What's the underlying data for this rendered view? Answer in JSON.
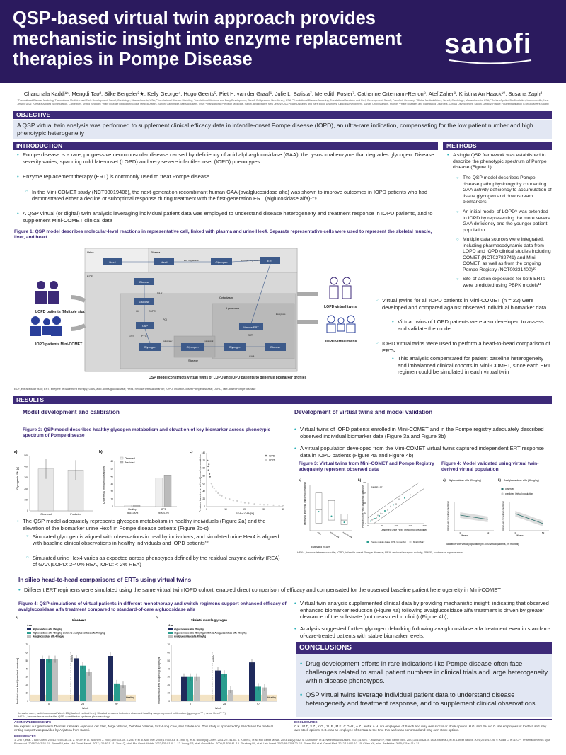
{
  "title": "QSP-based virtual twin approach provides mechanistic insight into enzyme replacement therapies in Pompe Disease",
  "logo": "sanofi",
  "authors": "Chanchala Kaddi¹*, Mengdi Tao², Silke Bergeler³★, Kelly George⁴, Hugo Geerts⁵, Piet H. van der Graaf⁶, Julie L. Batista⁷, Meredith Foster⁷, Catherine Ortemann-Renon⁸, Atef Zaher⁹, Kristina An Haack¹⁰, Susana Zaph²",
  "affiliations": "¹Translational Disease Modeling, Translational Medicine and Early Development, Sanofi, Cambridge, Massachusetts, USA; ²Translational Disease Modeling, Translational Medicine and Early Development, Sanofi, Bridgewater, New Jersey, USA; ³Translational Disease Modeling, Translational Medicine and Early Development, Sanofi, Frankfurt, Germany; ⁴Global Medical Affairs, Sanofi, Cambridge, Massachusetts, USA; ⁵Certara Applied BioSimulation, Lawrenceville, New Jersey, USA; ⁶Certara Applied BioSimulation, Canterbury, United Kingdom; ⁷Rare Disease Regulatory Global Medical Affairs, Sanofi, Cambridge, Massachusetts, USA; ⁸Translational Precision Medicine, Sanofi, Bridgewater, New Jersey, USA; ⁹Rare Diseases and Rare Blood Disorders, Clinical Development, Sanofi, Chilly-Mazarin, France; ¹⁰Rare Diseases and Rare Blood Disorders, Clinical Development, Sanofi, Gentilly, France; *Current affiliation is Bristol-Myers Squibb",
  "sections": {
    "objective": "OBJECTIVE",
    "introduction": "INTRODUCTION",
    "methods": "METHODS",
    "results": "RESULTS",
    "conclusions": "CONCLUSIONS"
  },
  "objective_text": "A QSP virtual twin analysis was performed to supplement clinical efficacy data in infantile-onset Pompe disease (IOPD), an ultra-rare indication, compensating for the low patient number and high phenotypic heterogeneity",
  "intro": {
    "b1": "Pompe disease is a rare, progressive neuromuscular disease caused by deficiency of acid alpha-glucosidase (GAA), the lysosomal enzyme that degrades glycogen. Disease severity varies, spanning mild late-onset (LOPD) and very severe infantile-onset (IOPD) phenotypes",
    "b2": "Enzyme replacement therapy (ERT) is commonly used to treat Pompe disease.",
    "b2a": "In the Mini-COMET study (NCT03019406), the next-generation recombinant human GAA  (avalglucosidase alfa) was shown to improve outcomes in IOPD patients who had demonstrated either a decline or suboptimal response during treatment with the first-generation ERT (alglucosidase alfa)¹⁻⁸",
    "b3": "A QSP virtual (or digital) twin analysis leveraging individual patient data was employed to understand disease heterogeneity and treatment response in IOPD patients, and to supplement Mini-COMET clinical data"
  },
  "fig1": {
    "caption": "Figure 1: QSP model describes molecular-level reactions in representative cell, linked with plasma and urine Hex4. Separate representative cells were used to represent the skeletal muscle, liver, and heart",
    "lopd_label": "LOPD patients (Multiple studies)",
    "iopd_label": "IOPD patients Mini-COMET",
    "lopd_twins": "LOPD virtual twins",
    "iopd_twins": "IOPD virtual twins",
    "model_caption": "QSP model constructs virtual twins of LOPD and IOPD patients to generate biomarker profiles",
    "footnote": "ECF, extracellular fluid; ERT, enzyme replacement therapy; GAA, acid alpha-glucosidase; Hex4, hexose tetrasaccharide; IOPD, infantile-onset Pompe disease; LOPD, late-onset Pompe disease",
    "nodes": {
      "urine": "Urine",
      "plasma": "Plasma",
      "ecf": "ECF",
      "cytoplasm": "Cytoplasm",
      "lysosome": "Lysosome",
      "storage": "Storage",
      "hex4_u": "Hex4",
      "hex4_p": "Hex4",
      "glycogen_p": "Glycogen",
      "ert_p": "ERT",
      "glucose1": "Glucose",
      "glut": "GLUT",
      "glucose2": "Glucose",
      "hk": "HK",
      "g6pc": "G6PC",
      "g6p": "G6P",
      "pgi": "PGI",
      "gys": "GYS",
      "pyg": "PYG",
      "mature_ert": "Mature ERT",
      "ert_c": "ERT",
      "gaa": "GAA",
      "glycogen1": "Glycogen",
      "glycogen2": "Glycogen",
      "glycogen3": "Glycogen",
      "glucose3": "Glucose",
      "tiny1": "Glycogen degradation",
      "tiny2": "ERT degradation",
      "tiny3": "Autophagy",
      "tiny4": "Lysosomal",
      "tiny5": "Exocytosis"
    }
  },
  "methods": {
    "b1": "A single QSP framework was established to describe the phenotypic spectrum of Pompe disease (Figure 1)",
    "c1": "The QSP model describes Pompe disease pathophysiology by connecting GAA activity deficiency to accumulation of tissue glycogen and downstream biomarkers",
    "c2": "An initial model of LOPD⁹ was extended to IOPD by representing the more severe GAA deficiency and the younger patient population",
    "c3": "Multiple data sources were integrated, including pharmacodynamic data from LOPD and IOPD clinical studies including COMET (NCT02782741) and Mini-COMET, as well as from the ongoing Pompe Registry (NCT00231400)¹⁰",
    "c4": "Site-of-action exposures for both ERTs were predicted using PBPK models¹¹",
    "v1": "Virtual (twins for all IOPD patients in Mini-COMET (n = 22) were developed and compared against observed individual biomarker data",
    "v1a": "Virtual twins of LOPD patients were also developed to assess and validate the model",
    "v2": "IOPD virtual twins were used to perform a head-to-head comparison of ERTs",
    "v2a": "This analysis compensated for patient baseline heterogeneity and imbalanced clinical cohorts in Mini-COMET, since each ERT regimen could be simulated in each virtual twin"
  },
  "results": {
    "cal_head": "Model development and calibration",
    "fig2_caption": "Figure 2: QSP model describes healthy glycogen metabolism and elevation of key biomarker across phenotypic spectrum of Pompe disease",
    "fig2a": {
      "panel": "a)",
      "ylabel": "Glycogen in SM [g]",
      "cats": [
        "Observed",
        "Predicted"
      ],
      "values": [
        380,
        370
      ],
      "ylim": [
        0,
        500
      ],
      "ticks": [
        "0",
        "100",
        "200",
        "300",
        "400",
        "500"
      ]
    },
    "fig2b": {
      "panel": "b)",
      "ylabel": "Urine Hex4 [mmol/mol creatinine]",
      "legend": [
        "Observed",
        "Predicted"
      ],
      "groups": [
        "Healthy",
        "IOPD"
      ],
      "sub": [
        "REA: 100%",
        "REA: 0-2%"
      ],
      "ticks": [
        "0",
        "10",
        "20",
        "30",
        "40",
        "50",
        "60"
      ]
    },
    "fig2c": {
      "panel": "c)",
      "ylabel": "Predicted baseline urine Hex4 [mmol/mol creatinine]",
      "xlabel": "REA of GAA [%]",
      "legend": [
        "IOPD",
        "LOPD"
      ],
      "xticks": [
        "0",
        "10",
        "20",
        "30",
        "40"
      ],
      "yticks": [
        "0",
        "20",
        "40",
        "60",
        "80",
        "100",
        "120",
        "140"
      ]
    },
    "cal_b1": "The QSP model adequately represents glycogen metabolism in healthy individuals (Figure 2a) and the elevation of the biomarker urine Hex4 in Pompe disease patients (Figure 2b-c)",
    "cal_c1": "Simulated glycogen is aligned with observations in healthy individuals, and simulated urine Hex4 is aligned with baseline clinical observations in healthy individuals and IOPD patients¹²",
    "cal_c2": "Simulated urine Hex4 varies as expected across phenotypes defined by the residual enzyme activity (REA) of GAA (LOPD: 2-40% REA, IOPD: < 2% REA)",
    "dev_head": "Development of virtual twins and model validation",
    "dev_b1": "Virtual twins of IOPD patients enrolled in Mini-COMET and in the Pompe registry adequately described observed individual biomarker data (Figure 3a and Figure 3b)",
    "dev_b2": "A virtual population developed from the Mini-COMET virtual twins captured independent ERT response data in IOPD patients (Figure 4a and Figure 4b)",
    "fig3_caption": "Figure 3: Virtual twins from Mini-COMET and Pompe Registry adequately represent observed data",
    "fig3a": {
      "panel": "a)",
      "ylabel": "Observed urine Hex4 [mmol/mol creatinine]",
      "xlabel": "Estimated REA %",
      "cats": [
        "<0%",
        ">0% to 1%",
        ">1% to 2%"
      ]
    },
    "fig3b": {
      "panel": "b)",
      "ylabel": "Predicted urine Hex4 [mmol/mol creatinine]",
      "xlabel": "Observed urine Hex4 [mmol/mol creatinine]",
      "rmse": "RMSE=17",
      "legend": [
        "Pompe registry (naive IOPD <2 months)",
        "Mini-COMET"
      ],
      "ticks": [
        "0",
        "50",
        "100",
        "150",
        "200"
      ]
    },
    "fig3_foot": "HEX4, hexose tetrasaccharide; IOPD, infantile-onset Pompe disease; REA, residual enzyme activity; RMSE, root mean square error.",
    "fig4_caption": "Figure 4: Model validated using virtual twin-derived virtual population",
    "fig4a": {
      "panel": "a)",
      "title": "Alglucosidase alfa (20mg/kg)",
      "ylabel": "Urine Hex4 (mmol/mol creatinine)",
      "xlabel": "Weeks",
      "xticks": [
        "0",
        "52"
      ]
    },
    "fig4b": {
      "panel": "b)",
      "title": "Avalglucosidase alfa (40mg/kg)",
      "ylabel": "Urine Hex4 (mmol/mol creatinine)",
      "xlabel": "Weeks",
      "xticks": [
        "0",
        "52"
      ]
    },
    "fig4_legend": [
      "observed",
      "predicted (virtual population)"
    ],
    "fig4_foot": "Validation with virtual population (n=1000 virtual patients, >6 months)",
    "h2h_head": "In silico head-to-head comparisons of ERTs using virtual twins",
    "h2h_b1": "Different ERT regimens were simulated using the same virtual twin IOPD cohort, enabled direct comparison of efficacy and compensated for the observed baseline patient heterogeneity in Mini-COMET",
    "fig5_caption": "Figure 4: QSP simulations of virtual patients in different monotherapy and switch regimens support enhanced efficacy of avalglucosidase alfa treatment compared to standard-of-care alglucosidase alfa",
    "fig5a": {
      "panel": "a)",
      "title": "Urine Hex4",
      "ylabel": "Predicted urine Hex4 [mmol/mol creatinine]",
      "xlabel": "Week",
      "arm_label": "Arm",
      "legend": [
        "Alglucosidase alfa 20mg/kg",
        "Alglucosidase alfa 40mg/kg switch to Avalglucosidase alfa 40mg/kg",
        "Avalglucosidase alfa 40mg/kg"
      ],
      "xcats": [
        "0",
        "25",
        "97"
      ],
      "healthy": "Healthy",
      "switch": "switch",
      "yticks": [
        "0",
        "10",
        "20",
        "30",
        "40",
        "50",
        "60",
        "70"
      ],
      "ylim": [
        0,
        70
      ],
      "series": [
        [
          52,
          53,
          56
        ],
        [
          52,
          44,
          22
        ],
        [
          52,
          36,
          20
        ]
      ]
    },
    "fig5b": {
      "panel": "b)",
      "title": "Skeletal muscle glycogen",
      "ylabel": "Predicted tissue area occupied by glycogen [%]",
      "xlabel": "Week",
      "arm_label": "Arm",
      "legend": [
        "Alglucosidase alfa 20mg/kg",
        "Alglucosidase alfa 40mg/kg switch to Avalglucosidase alfa 40mg/kg",
        "Avalglucosidase alfa 40mg/kg"
      ],
      "xcats": [
        "0",
        "25",
        "97"
      ],
      "healthy": "Healthy",
      "switch": "switch",
      "yticks": [
        "0",
        "10",
        "20",
        "30",
        "40",
        "50",
        "60",
        "70"
      ],
      "ylim": [
        0,
        70
      ],
      "series": [
        [
          30,
          38,
          48
        ],
        [
          30,
          34,
          18
        ],
        [
          30,
          14,
          17
        ]
      ]
    },
    "fig5_foot": "In switch arm, switch occurs at Week 25 (dashed vertical line). Shaded tan area indicates observed healthy range reported in literature (glycogen¹³·¹⁴, urine Hex4¹²·¹⁵).",
    "fig5_foot2": "HEX4, hexose tetrasaccharide; QSP, quantitative systems pharmacology.",
    "r_b1": "Virtual twin analysis supplemented clinical data by providing mechanistic insight, indicating that observed enhanced biomarker reduction (Figure 4a) following avalglucosidase alfa treatment is driven by greater clearance of the substrate (not measured in clinic) (Figure 4b),",
    "r_b2": "Analysis suggested further glycogen debulking following avalglucosidase alfa treatment even in standard-of-care-treated patients with stable biomarker levels."
  },
  "conclusions": {
    "b1": "Drug development efforts in rare indications like Pompe disease often face challenges related to small patient numbers in clinical trials and large heterogeneity within disease phenotypes.",
    "b2": "QSP virtual twins leverage individual patient data to understand disease heterogeneity and treatment response, and to supplement clinical observations."
  },
  "footer": {
    "ack_head": "ACKNOWLEDGEMENTS",
    "ack": "We express our gratitude to Thomas Kalenski, Arjan van der Flier, Jorge Velarde, Delphine Valente, Suzi-Long Choi, and Estelle Vox. This study is sponsored by Sanofi and the medical writing support was provided by Anjatona from Sanofi.",
    "disc_head": "DISCLOSURES",
    "disc": "C.K., M.T., S.Z., K.G., J.L.B., M.F., C.O.-R., A.Z., and K.A.H. are employees of Sanofi and may own stocks or stock options. H.G. and P.H.v.d.G. are employees of Certara and may own stock options. S.B. was an employee of Certara at the time this work was performed and may own stock options.",
    "ref_head": "REFERENCES",
    "refs": "1. Zhu Y, et al. J Biol Chem. 2004;279:50336-41. 2. Zhu Y, et al. Biochem J. 2005;389:619-28. 3. Zhu Y, et al. Mol Ther. 2009;17:954-63. 4. Zhou Q, et al. Bioconjug Chem. 2011;22:741-51. 5. Kronn D, et al. Mol Genet Metab. 2023;138(2):S82. 6. Kishnani P, et al. Neuromuscul Disord. 2021;31:S76. 7. Kishnani P, et al. Genet Med. 2023;25:100328. 8. Diaz-Manera J, et al. Lancet Neurol. 2021;20:1012-26. 9. Kaddi C, et al. CPT Pharmacometrics Syst Pharmacol. 2018;7:442-52. 10. Byrne BJ, et al. Mol Genet Metab. 2017;122:80-5. 11. Zhou Q, et al. Mol Genet Metab. 2022;135:S130-1. 12. Young SP, et al. Genet Med. 2009;11:536-41. 13. Thurberg BL, et al. Lab Invest. 2006;86:1208-20. 14. Prater SN, et al. Genet Med. 2012;14:800-10. 15. Chien YH, et al. Pediatrics. 2015;135:e1014-21."
  }
}
